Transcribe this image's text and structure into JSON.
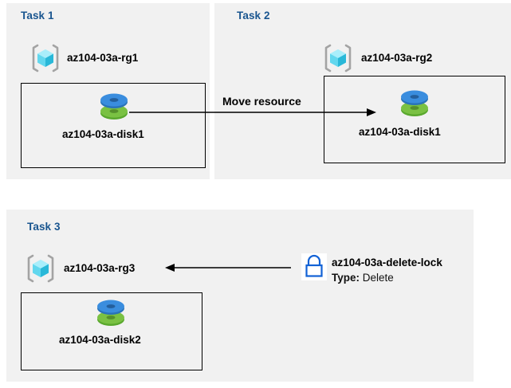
{
  "diagram": {
    "title_color": "#19558f",
    "panel_bg": "#f1f1f1",
    "page_bg": "#ffffff",
    "panels": [
      {
        "label": "Task 1"
      },
      {
        "label": "Task 2"
      },
      {
        "label": "Task 3"
      }
    ],
    "task1": {
      "label": "Task 1",
      "resource_group": "az104-03a-rg1",
      "disk": "az104-03a-disk1",
      "rg_icon": "resource-group-icon",
      "disk_icon": "managed-disk-icon"
    },
    "task2": {
      "label": "Task 2",
      "resource_group": "az104-03a-rg2",
      "disk": "az104-03a-disk1",
      "rg_icon": "resource-group-icon",
      "disk_icon": "managed-disk-icon"
    },
    "task3": {
      "label": "Task 3",
      "resource_group": "az104-03a-rg3",
      "disk": "az104-03a-disk2",
      "rg_icon": "resource-group-icon",
      "disk_icon": "managed-disk-icon",
      "lock_icon": "lock-icon",
      "lock_name": "az104-03a-delete-lock",
      "lock_type_key": "Type:",
      "lock_type_value": "Delete"
    },
    "connectors": {
      "move_resource_label": "Move resource",
      "move_resource_direction": "right",
      "lock_direction": "left"
    },
    "colors": {
      "disk_top": "#3a8dde",
      "disk_bottom": "#7ac143",
      "cube_light": "#7fe3f7",
      "cube_dark": "#29b8d8",
      "bracket": "#a3a3a3",
      "lock_stroke": "#1262d6",
      "line": "#000000"
    }
  }
}
